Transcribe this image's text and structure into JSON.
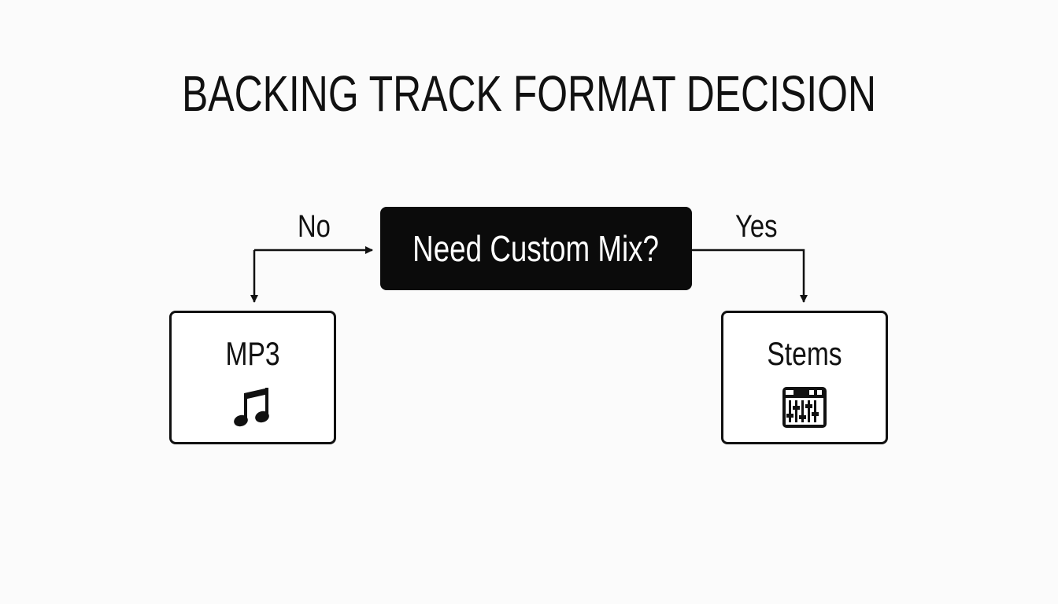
{
  "diagram": {
    "title": "BACKING TRACK FORMAT DECISION",
    "decision": {
      "label": "Need Custom Mix?"
    },
    "branches": {
      "no": {
        "label": "No"
      },
      "yes": {
        "label": "Yes"
      }
    },
    "outcomes": {
      "mp3": {
        "label": "MP3",
        "icon": "music-note-icon"
      },
      "stems": {
        "label": "Stems",
        "icon": "mixer-icon"
      }
    },
    "colors": {
      "background": "#fbfbfb",
      "ink": "#111111",
      "decision_fill": "#0b0b0b",
      "decision_text": "#ffffff"
    }
  }
}
